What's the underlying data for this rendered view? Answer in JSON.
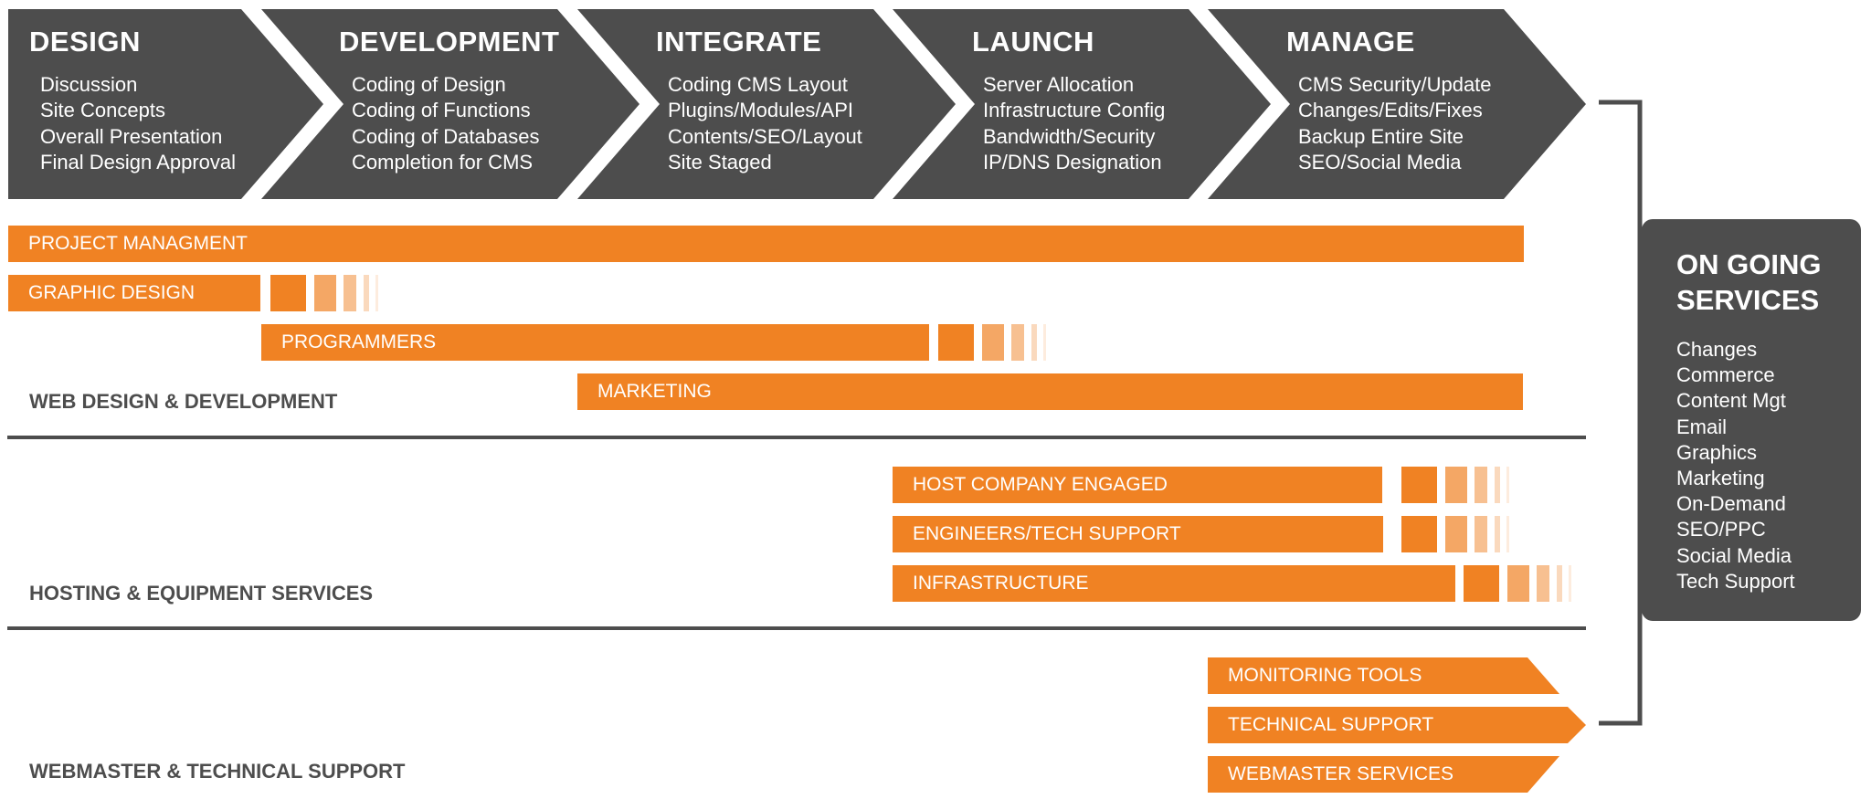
{
  "colors": {
    "dark": "#4d4d4d",
    "orange": "#f08223",
    "text_on_dark": "#ffffff"
  },
  "phases": [
    {
      "title": "DESIGN",
      "items": [
        "Discussion",
        "Site Concepts",
        "Overall Presentation",
        "Final Design Approval"
      ]
    },
    {
      "title": "DEVELOPMENT",
      "items": [
        "Coding of Design",
        "Coding of Functions",
        "Coding of Databases",
        "Completion for CMS"
      ]
    },
    {
      "title": "INTEGRATE",
      "items": [
        "Coding CMS Layout",
        "Plugins/Modules/API",
        "Contents/SEO/Layout",
        "Site Staged"
      ]
    },
    {
      "title": "LAUNCH",
      "items": [
        "Server Allocation",
        "Infrastructure Config",
        "Bandwidth/Security",
        "IP/DNS Designation"
      ]
    },
    {
      "title": "MANAGE",
      "items": [
        "CMS Security/Update",
        "Changes/Edits/Fixes",
        "Backup Entire Site",
        "SEO/Social Media"
      ]
    }
  ],
  "web_design": {
    "label": "WEB DESIGN & DEVELOPMENT",
    "bars": [
      "PROJECT MANAGMENT",
      "GRAPHIC DESIGN",
      "PROGRAMMERS",
      "MARKETING"
    ]
  },
  "hosting": {
    "label": "HOSTING & EQUIPMENT SERVICES",
    "bars": [
      "HOST COMPANY ENGAGED",
      "ENGINEERS/TECH SUPPORT",
      "INFRASTRUCTURE"
    ]
  },
  "webmaster": {
    "label": "WEBMASTER & TECHNICAL SUPPORT",
    "bars": [
      "MONITORING TOOLS",
      "TECHNICAL SUPPORT",
      "WEBMASTER SERVICES"
    ]
  },
  "ongoing": {
    "title": "ON GOING SERVICES",
    "items": [
      "Changes",
      "Commerce",
      "Content Mgt",
      "Email",
      "Graphics",
      "Marketing",
      "On-Demand",
      "SEO/PPC",
      "Social Media",
      "Tech Support"
    ]
  }
}
